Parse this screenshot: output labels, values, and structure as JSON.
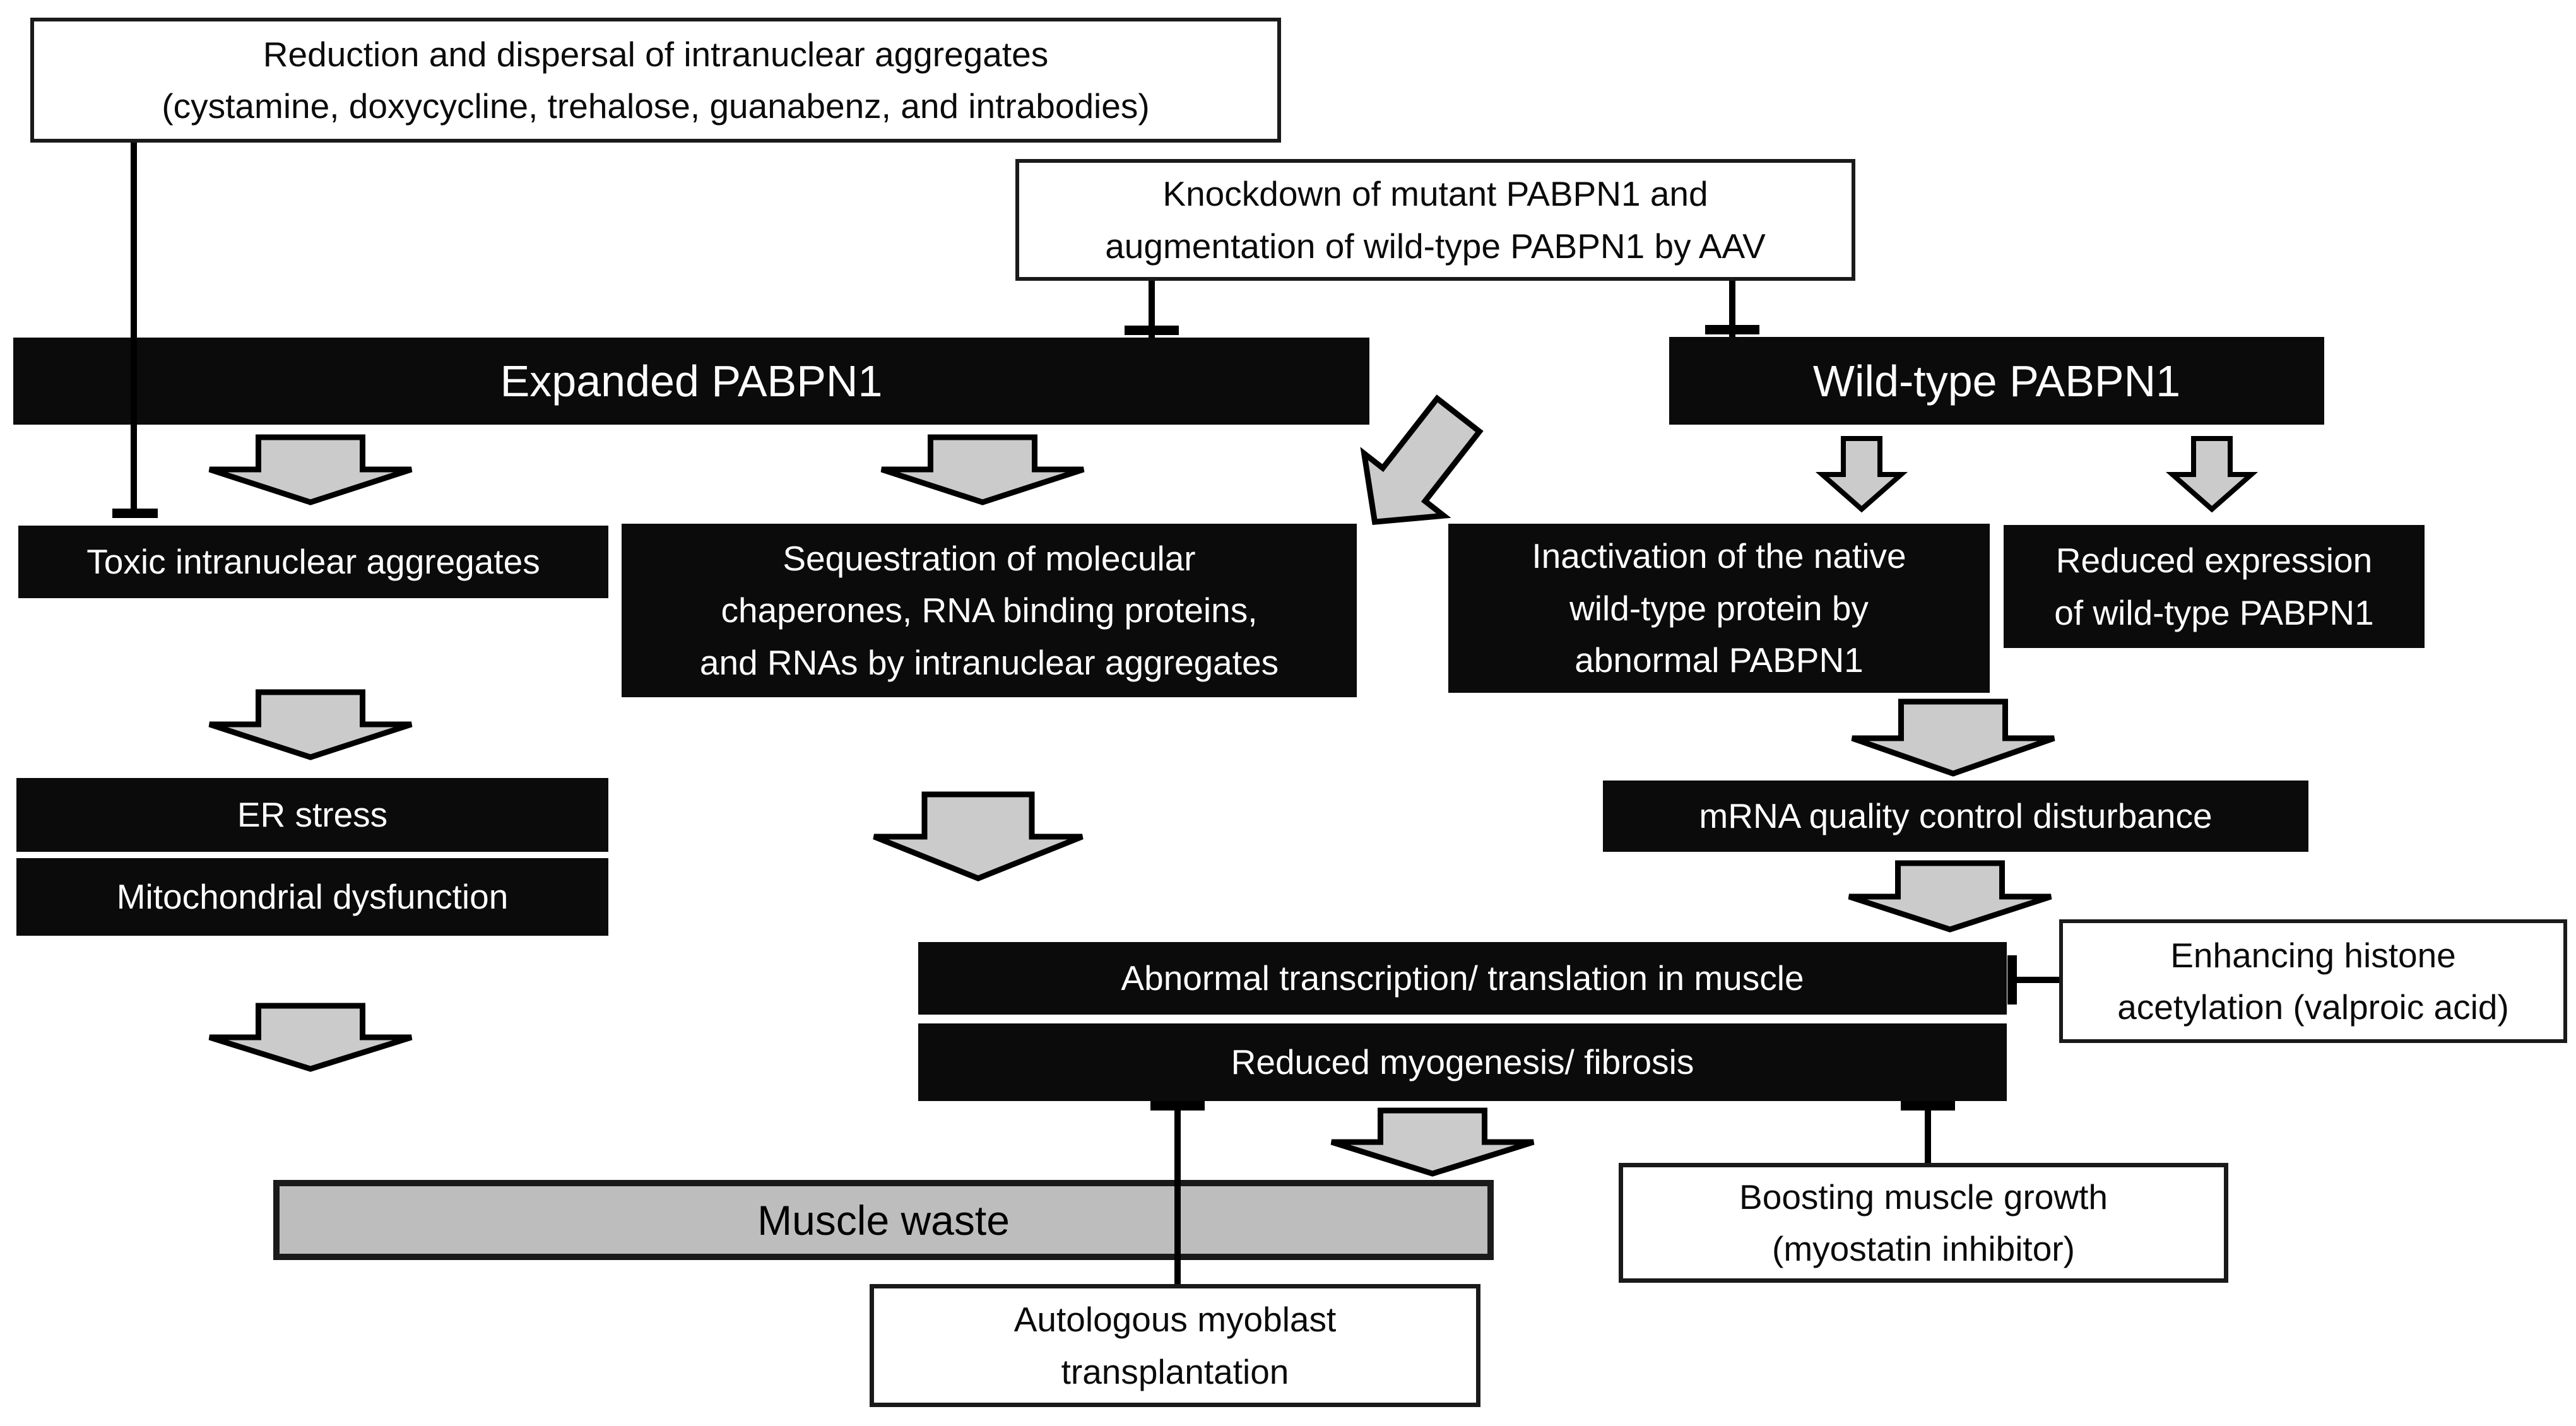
{
  "figure": {
    "type": "flowchart",
    "colors": {
      "node_black": "#0b0b0b",
      "node_white": "#ffffff",
      "muscle_waste_gray": "#bdbdbd",
      "arrow_gray": "#cbcbcb",
      "line_black": "#000000"
    },
    "boxes": {
      "reduction": {
        "line1": "Reduction and dispersal of intranuclear aggregates",
        "line2": "(cystamine, doxycycline, trehalose, guanabenz, and intrabodies)"
      },
      "knockdown": {
        "line1": "Knockdown of mutant PABPN1 and",
        "line2": "augmentation of wild-type PABPN1 by AAV"
      },
      "expanded": {
        "label": "Expanded PABPN1"
      },
      "wildtype": {
        "label": "Wild-type PABPN1"
      },
      "toxic": {
        "label": "Toxic intranuclear aggregates"
      },
      "sequestration": {
        "line1": "Sequestration of molecular",
        "line2": "chaperones, RNA binding proteins,",
        "line3": "and RNAs by intranuclear aggregates"
      },
      "inactivation": {
        "line1": "Inactivation of the native",
        "line2": "wild-type protein by",
        "line3": "abnormal PABPN1"
      },
      "reduced_expression": {
        "line1": "Reduced expression",
        "line2": "of wild-type PABPN1"
      },
      "er_stress": {
        "label": "ER stress"
      },
      "mitochondrial": {
        "label": "Mitochondrial dysfunction"
      },
      "mrna_qc": {
        "label": "mRNA quality control disturbance"
      },
      "abnormal_transcription": {
        "label": "Abnormal transcription/ translation in muscle"
      },
      "reduced_myogenesis": {
        "label": "Reduced myogenesis/ fibrosis"
      },
      "histone": {
        "line1": "Enhancing histone",
        "line2": "acetylation (valproic acid)"
      },
      "muscle_waste": {
        "label": "Muscle waste"
      },
      "autologous": {
        "line1": "Autologous myoblast",
        "line2": "transplantation"
      },
      "boosting": {
        "line1": "Boosting muscle growth",
        "line2": "(myostatin inhibitor)"
      }
    }
  }
}
